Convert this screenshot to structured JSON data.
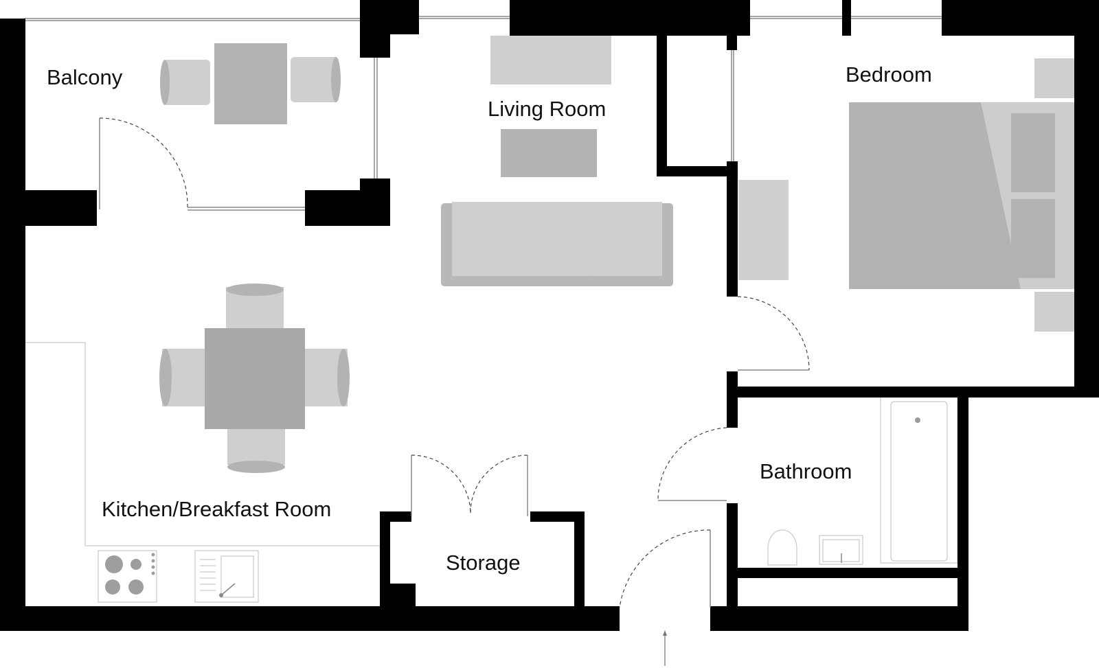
{
  "rooms": {
    "balcony": "Balcony",
    "living_room": "Living Room",
    "bedroom": "Bedroom",
    "kitchen": "Kitchen/Breakfast Room",
    "storage": "Storage",
    "bathroom": "Bathroom"
  },
  "colors": {
    "wall": "#000000",
    "furniture_light": "#cfcfcf",
    "furniture_mid": "#b3b3b3",
    "furniture_dark": "#a8a8a8",
    "background": "#ffffff"
  },
  "icons": [
    "door-swing-arc-icon",
    "hob-icon",
    "sink-icon",
    "toilet-icon",
    "entrance-arrow-icon"
  ]
}
